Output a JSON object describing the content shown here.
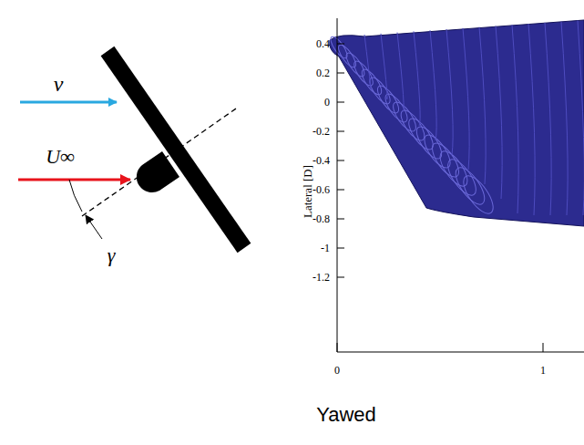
{
  "diagram": {
    "caption": "Yawed",
    "labels": [
      "v",
      "U∞",
      "γ",
      "Lateral [D]",
      "0.4",
      "0.2",
      "0",
      "-0.2",
      "-0.4",
      "-0.6",
      "-0.8",
      "-1",
      "-1.2",
      "0",
      "1"
    ]
  }
}
